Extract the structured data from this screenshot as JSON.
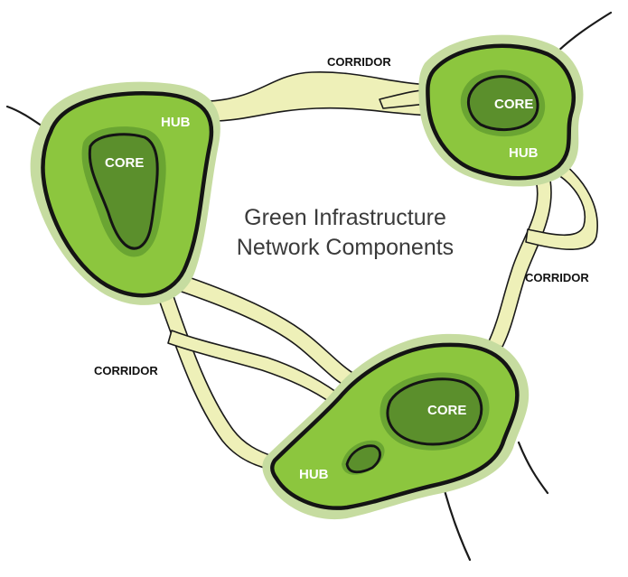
{
  "diagram": {
    "title_line1": "Green Infrastructure",
    "title_line2": "Network Components",
    "labels": {
      "hub_left": "HUB",
      "core_left": "CORE",
      "hub_top_right": "HUB",
      "core_top_right": "CORE",
      "hub_bottom": "HUB",
      "core_bottom": "CORE",
      "corridor_top": "CORRIDOR",
      "corridor_right": "CORRIDOR",
      "corridor_left": "CORRIDOR"
    }
  }
}
